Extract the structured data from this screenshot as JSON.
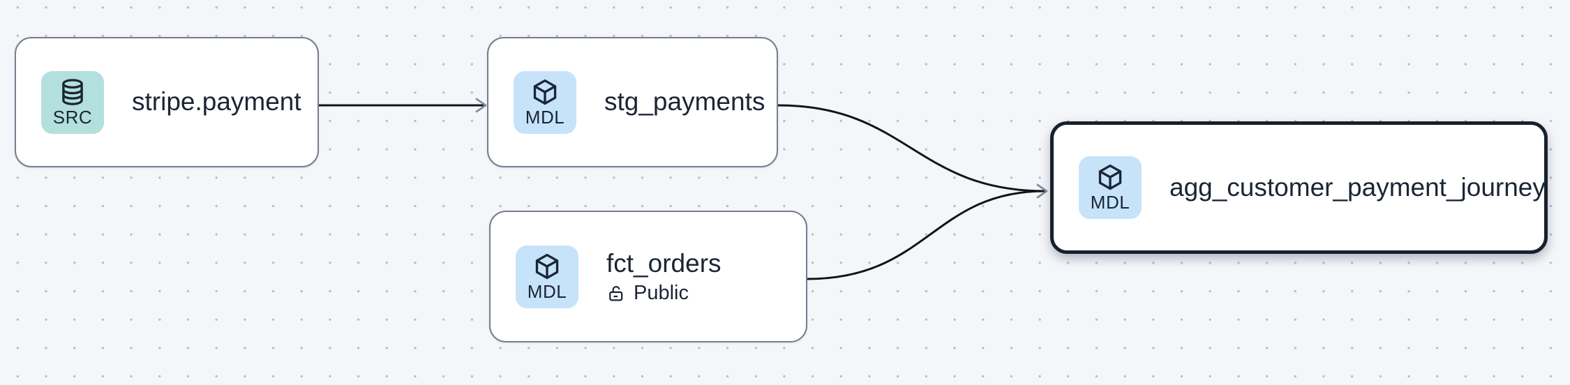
{
  "diagram": {
    "background_color": "#f5f6f9",
    "dot_color": "#b9bdc8",
    "edge_color": "#10151c",
    "arrowhead_color": "#828b9b",
    "node_border_color": "#747e8f",
    "selected_node_border_color": "#16212f",
    "text_color": "#1b2534",
    "badge_colors": {
      "source": "#b3e0dc",
      "model": "#c6e3fa"
    },
    "nodes": [
      {
        "label": "stripe.payment",
        "badge": "SRC",
        "type": "source",
        "icon": "database-icon",
        "selected": false
      },
      {
        "label": "stg_payments",
        "badge": "MDL",
        "type": "model",
        "icon": "cube-icon",
        "selected": false
      },
      {
        "label": "fct_orders",
        "badge": "MDL",
        "type": "model",
        "icon": "cube-icon",
        "access": "Public",
        "selected": false
      },
      {
        "label": "agg_customer_payment_journey",
        "badge": "MDL",
        "type": "model",
        "icon": "cube-icon",
        "selected": true
      }
    ],
    "edges": [
      {
        "from": "stripe.payment",
        "to": "stg_payments"
      },
      {
        "from": "stg_payments",
        "to": "agg_customer_payment_journey"
      },
      {
        "from": "fct_orders",
        "to": "agg_customer_payment_journey"
      }
    ]
  }
}
